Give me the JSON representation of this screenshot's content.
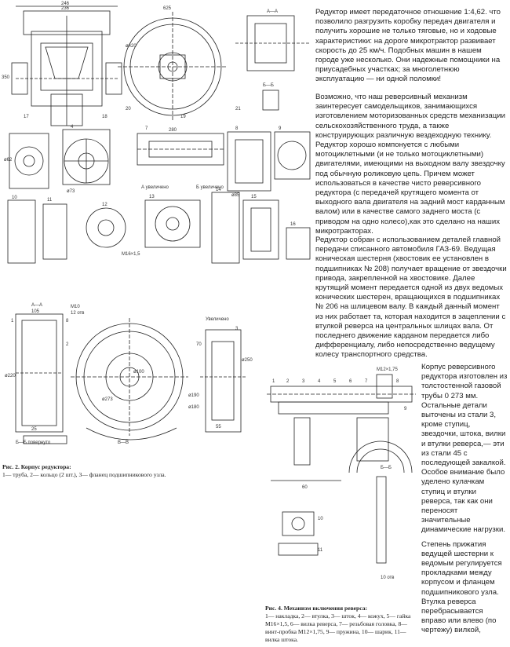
{
  "article": {
    "paragraphs": [
      "Редуктор имеет передаточное отношение 1:4,62. что позволило разгрузить коробку передач двигателя и получить хорошие не только тяговые, но и ходовые характеристики: на дороге микротрактор развивает скорость до 25 км/ч. Подобных машин в нашем городе уже несколько. Они надежные помощники на приусадебных участках; за многолетнюю эксплуатацию — ни одной поломки!",
      "Возможно, что наш реверсивный механизм заинтересует самодельщиков, занимающихся изготовлением моторизованных средств механизации сельскохозяйственного труда, а также конструирующих различную вездеходную технику. Редуктор хорошо компонуется с любыми мотоциклетными (и не только мотоциклетными) двигателями, имеющими на выходном валу звездочку под обычную роликовую цепь. Причем может использоваться в качестве чисто реверсивного редуктора (с передачей крутящего момента от выходного вала двигателя на задний мост карданным валом) или в качестве самого заднего моста (с приводом на одно колесо),как это сделано на наших микротракторах.",
      "Редуктор собран с использованием деталей главной передачи списанного автомобиля ГАЗ-69. Ведущая коническая шестерня (хвостовик ее установлен в подшипниках № 208) получает вращение от звездочки привода, закрепленной на хвостовике. Далее крутящий момент передается одной из двух ведомых конических шестерен, вращающихся в подшипниках № 206 на шлицевом валу. В каждый данный момент из них работает та, которая находится в зацеплении с втулкой реверса на центральных шлицах вала. От последнего движение карданом передается либо дифференциалу, либо непосредственно ведущему колесу транспортного средства.",
      "Корпус реверсивного редуктора изготовлен из толстостенной газовой трубы 0 273 мм. Остальные детали выточены из стали 3, кроме ступиц, звездочки, штока, вилки и втулки реверса,— эти из стали 45 с последующей закалкой. Особое внимание было уделено кулачкам ступиц и втулки реверса, так как они переносят значительные динамические нагрузки.",
      "Степень прижатия ведущей шестерни к ведомым регулируется прокладками между корпусом и фланцем подшипникового узла. Втулка реверса перебрасывается вправо или влево (по чертежу) вилкой,"
    ]
  },
  "figure2": {
    "caption_title": "Рис. 2. Корпус редуктора:",
    "caption_text": "1— труба, 2— кольцо (2 шт.), 3— фланец подшипникового узла.",
    "labels": [
      "А—А",
      "105",
      "8",
      "М10",
      "12 отв",
      "Б—Б повернуто",
      "В—В",
      "Увеличено",
      "ø220",
      "ø273",
      "ø100",
      "ø250",
      "ø190",
      "ø180",
      "1",
      "2",
      "3",
      "25",
      "55",
      "70"
    ]
  },
  "figure4": {
    "caption_title": "Рис. 4. Механизм включения реверса:",
    "caption_text": "1— накладка, 2— втулка, 3— шток, 4— кожух, 5— гайка М16×1,5, 6— вилка реверса, 7— резьбовая головка, 8— винт-пробка М12×1,75, 9— пружина, 10— шарик, 11— вилка штока.",
    "labels": [
      "М12×1,75",
      "Б—Б",
      "60",
      "10 отв",
      "1",
      "2",
      "3",
      "4",
      "5",
      "6",
      "7",
      "8",
      "9",
      "10",
      "11"
    ]
  },
  "figure1": {
    "labels": [
      "246",
      "236",
      "625",
      "А—А",
      "Б—Б",
      "ø420",
      "ø62",
      "ø73",
      "ø85",
      "280",
      "7",
      "4",
      "8",
      "9",
      "10",
      "11",
      "12",
      "13",
      "14",
      "15",
      "16",
      "17",
      "18",
      "19",
      "20",
      "21",
      "А увеличено",
      "Б увеличено",
      "М16×1,5",
      "350"
    ]
  }
}
